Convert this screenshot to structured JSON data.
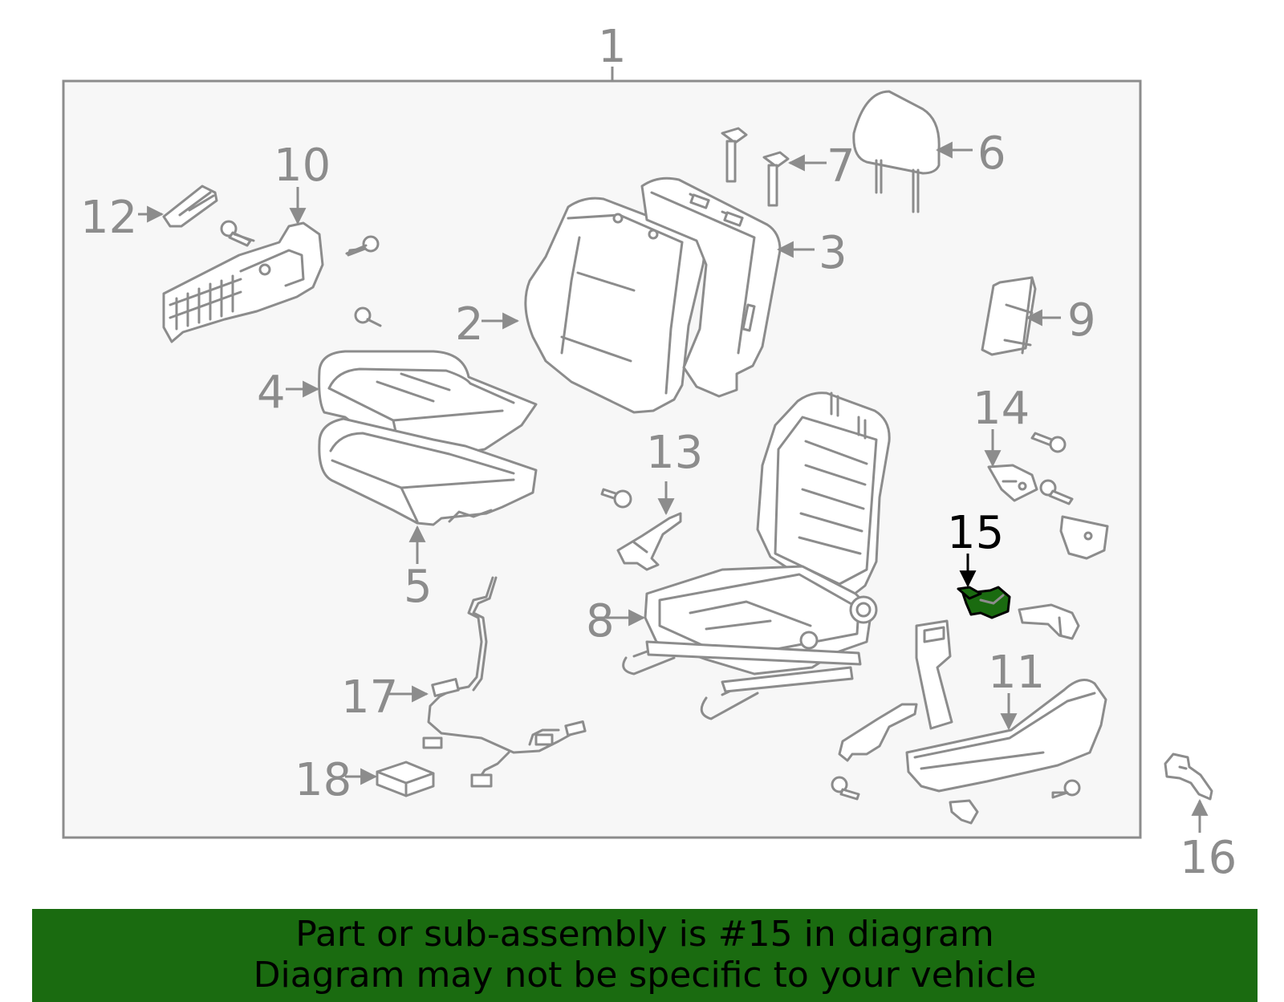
{
  "colors": {
    "highlight": "#1a6b10",
    "stroke": "#8c8c8c",
    "panel": "#f7f7f7",
    "footer_bg": "#1a6b10"
  },
  "callouts": {
    "c1": "1",
    "c2": "2",
    "c3": "3",
    "c4": "4",
    "c5": "5",
    "c6": "6",
    "c7": "7",
    "c8": "8",
    "c9": "9",
    "c10": "10",
    "c11": "11",
    "c12": "12",
    "c13": "13",
    "c14": "14",
    "c15": "15",
    "c16": "16",
    "c17": "17",
    "c18": "18"
  },
  "highlighted_part": "15",
  "footer": {
    "line1": "Part or sub-assembly is #15 in diagram",
    "line2": "Diagram may not be specific to your vehicle"
  }
}
